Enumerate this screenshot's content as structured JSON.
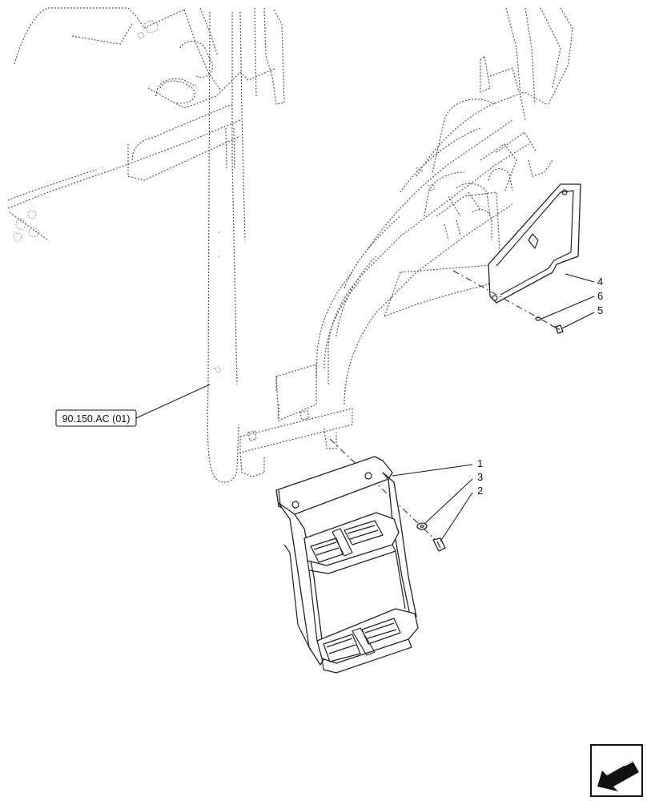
{
  "reference": {
    "label": "90.150.AC (01)"
  },
  "callouts": [
    {
      "id": "1",
      "label": "1"
    },
    {
      "id": "2",
      "label": "2"
    },
    {
      "id": "3",
      "label": "3"
    },
    {
      "id": "4",
      "label": "4"
    },
    {
      "id": "5",
      "label": "5"
    },
    {
      "id": "6",
      "label": "6"
    }
  ],
  "nav_icon": "arrow-left-down-icon"
}
